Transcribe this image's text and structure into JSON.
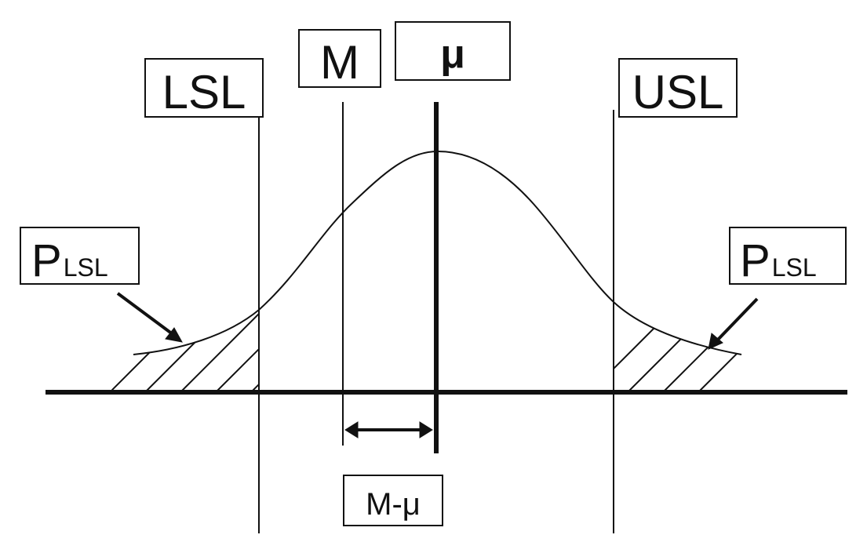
{
  "labels": {
    "lsl": "LSL",
    "usl": "USL",
    "median": "M",
    "mean": "μ",
    "difference": "M-μ",
    "left_tail": {
      "main": "P",
      "sub": "LSL"
    },
    "right_tail": {
      "main": "P",
      "sub": "LSL"
    }
  },
  "colors": {
    "line": "#111111",
    "background": "#ffffff"
  }
}
